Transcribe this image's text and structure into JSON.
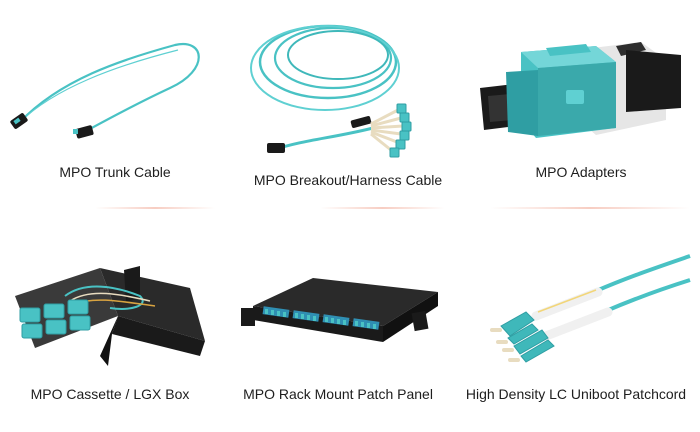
{
  "products": [
    {
      "name": "MPO Trunk Cable",
      "icon": "mpo-trunk-cable-image"
    },
    {
      "name": "MPO Breakout/Harness Cable",
      "icon": "mpo-breakout-harness-cable-image"
    },
    {
      "name": "MPO Adapters",
      "icon": "mpo-adapters-image"
    },
    {
      "name": "MPO Cassette / LGX Box",
      "icon": "mpo-cassette-lgx-box-image"
    },
    {
      "name": "MPO Rack Mount Patch Panel",
      "icon": "mpo-rack-mount-patch-panel-image"
    },
    {
      "name": "High Density LC Uniboot Patchcord",
      "icon": "lc-uniboot-patchcord-image"
    }
  ],
  "colors": {
    "aqua": "#49c2c4",
    "aqua_dark": "#2f9ea3",
    "black": "#1a1a1a",
    "beige": "#e8dcc0",
    "divider": "#e87050"
  }
}
